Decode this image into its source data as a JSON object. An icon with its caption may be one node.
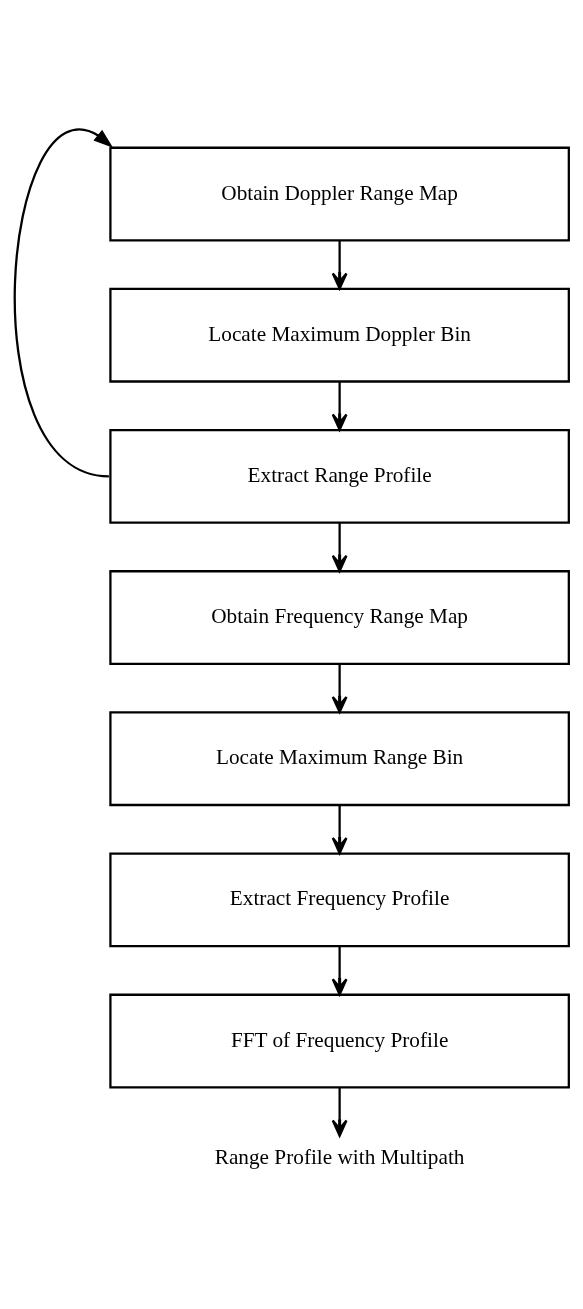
{
  "diagram": {
    "nodes": [
      {
        "text": [
          "Obtain Doppler Range Map"
        ]
      },
      {
        "text": [
          "Locate Maximum Doppler Bin"
        ]
      },
      {
        "text": [
          "Extract Range Profile"
        ]
      },
      {
        "text": [
          "Obtain Frequency Range Map"
        ]
      },
      {
        "text": [
          "Locate Maximum Range Bin"
        ]
      },
      {
        "text": [
          "Extract Frequency Profile"
        ]
      },
      {
        "text": [
          "FFT of Frequency Profile"
        ]
      },
      {
        "text": [
          "Range Profile with Multipath"
        ]
      }
    ],
    "edges": [
      {
        "from": 2,
        "to": 0,
        "arrow": "to"
      },
      {
        "from": 0,
        "to": 1,
        "arrow": "to"
      },
      {
        "from": 1,
        "to": 2,
        "arrow": "to"
      },
      {
        "from": 2,
        "to": 3,
        "arrow": "to"
      },
      {
        "from": 3,
        "to": 4,
        "arrow": "to"
      },
      {
        "from": 4,
        "to": 5,
        "arrow": "to"
      },
      {
        "from": 5,
        "to": 6,
        "arrow": "to"
      },
      {
        "from": 6,
        "to": 7,
        "arrow": "to"
      }
    ]
  }
}
